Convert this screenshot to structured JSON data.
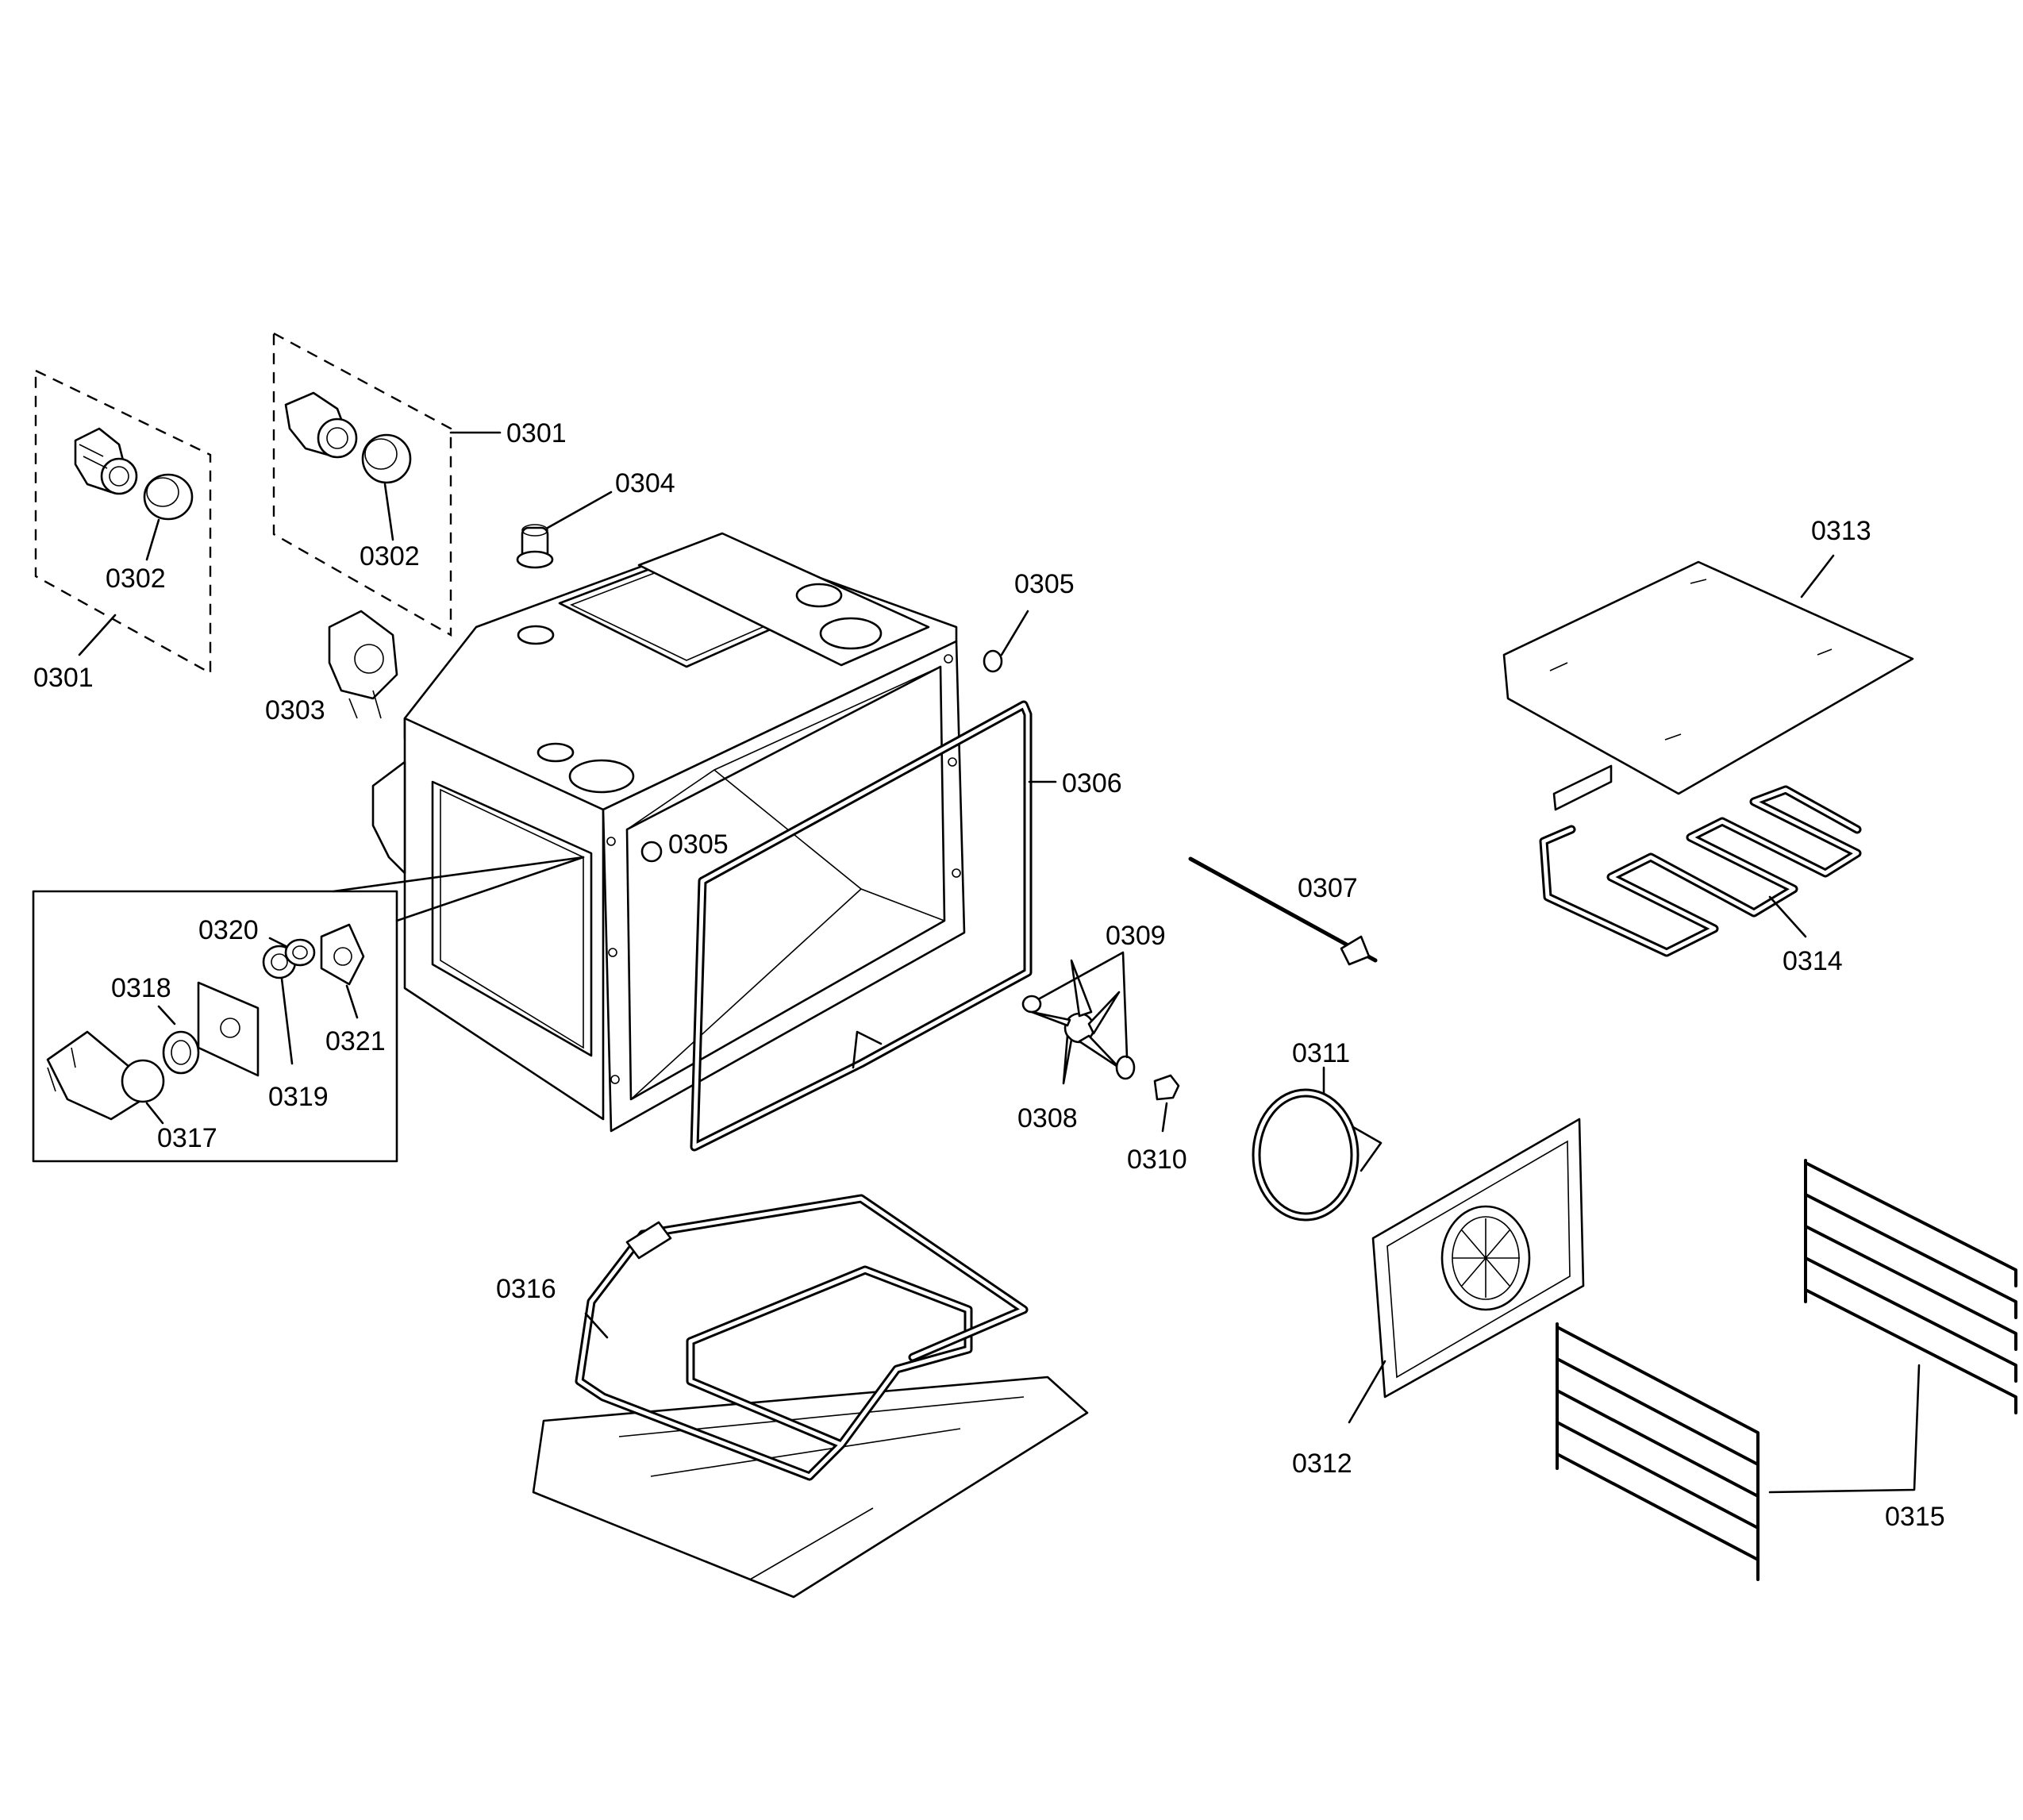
{
  "labels": {
    "p0301a": "0301",
    "p0301b": "0301",
    "p0302a": "0302",
    "p0302b": "0302",
    "p0303": "0303",
    "p0304": "0304",
    "p0305a": "0305",
    "p0305b": "0305",
    "p0306": "0306",
    "p0307": "0307",
    "p0308": "0308",
    "p0309": "0309",
    "p0310": "0310",
    "p0311": "0311",
    "p0312": "0312",
    "p0313": "0313",
    "p0314": "0314",
    "p0315": "0315",
    "p0316": "0316",
    "p0317": "0317",
    "p0318": "0318",
    "p0319": "0319",
    "p0320": "0320",
    "p0321": "0321"
  }
}
